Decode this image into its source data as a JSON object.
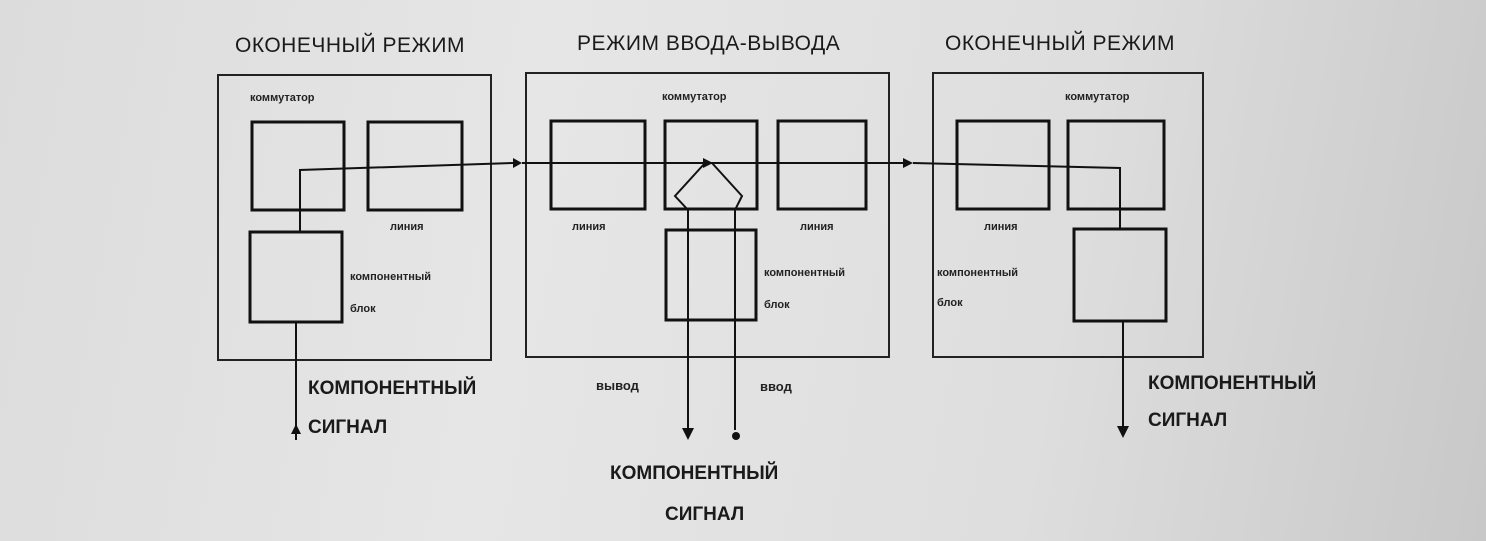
{
  "modes": [
    {
      "title": "ОКОНЕЧНЫЙ РЕЖИМ",
      "switch_label": "коммутатор",
      "line_label": "линия",
      "component_label_1": "компонентный",
      "component_label_2": "блок"
    },
    {
      "title": "РЕЖИМ ВВОДА-ВЫВОДА",
      "switch_label": "коммутатор",
      "line_label_left": "линия",
      "line_label_right": "линия",
      "component_label_1": "компонентный",
      "component_label_2": "блок",
      "output_label": "вывод",
      "input_label": "ввод"
    },
    {
      "title": "ОКОНЕЧНЫЙ РЕЖИМ",
      "switch_label": "коммутатор",
      "line_label": "линия",
      "component_label_1": "компонентный",
      "component_label_2": "блок"
    }
  ],
  "signals": {
    "left": {
      "line1": "КОМПОНЕНТНЫЙ",
      "line2": "СИГНАЛ"
    },
    "center": {
      "line1": "КОМПОНЕНТНЫЙ",
      "line2": "СИГНАЛ"
    },
    "right": {
      "line1": "КОМПОНЕНТНЫЙ",
      "line2": "СИГНАЛ"
    }
  }
}
